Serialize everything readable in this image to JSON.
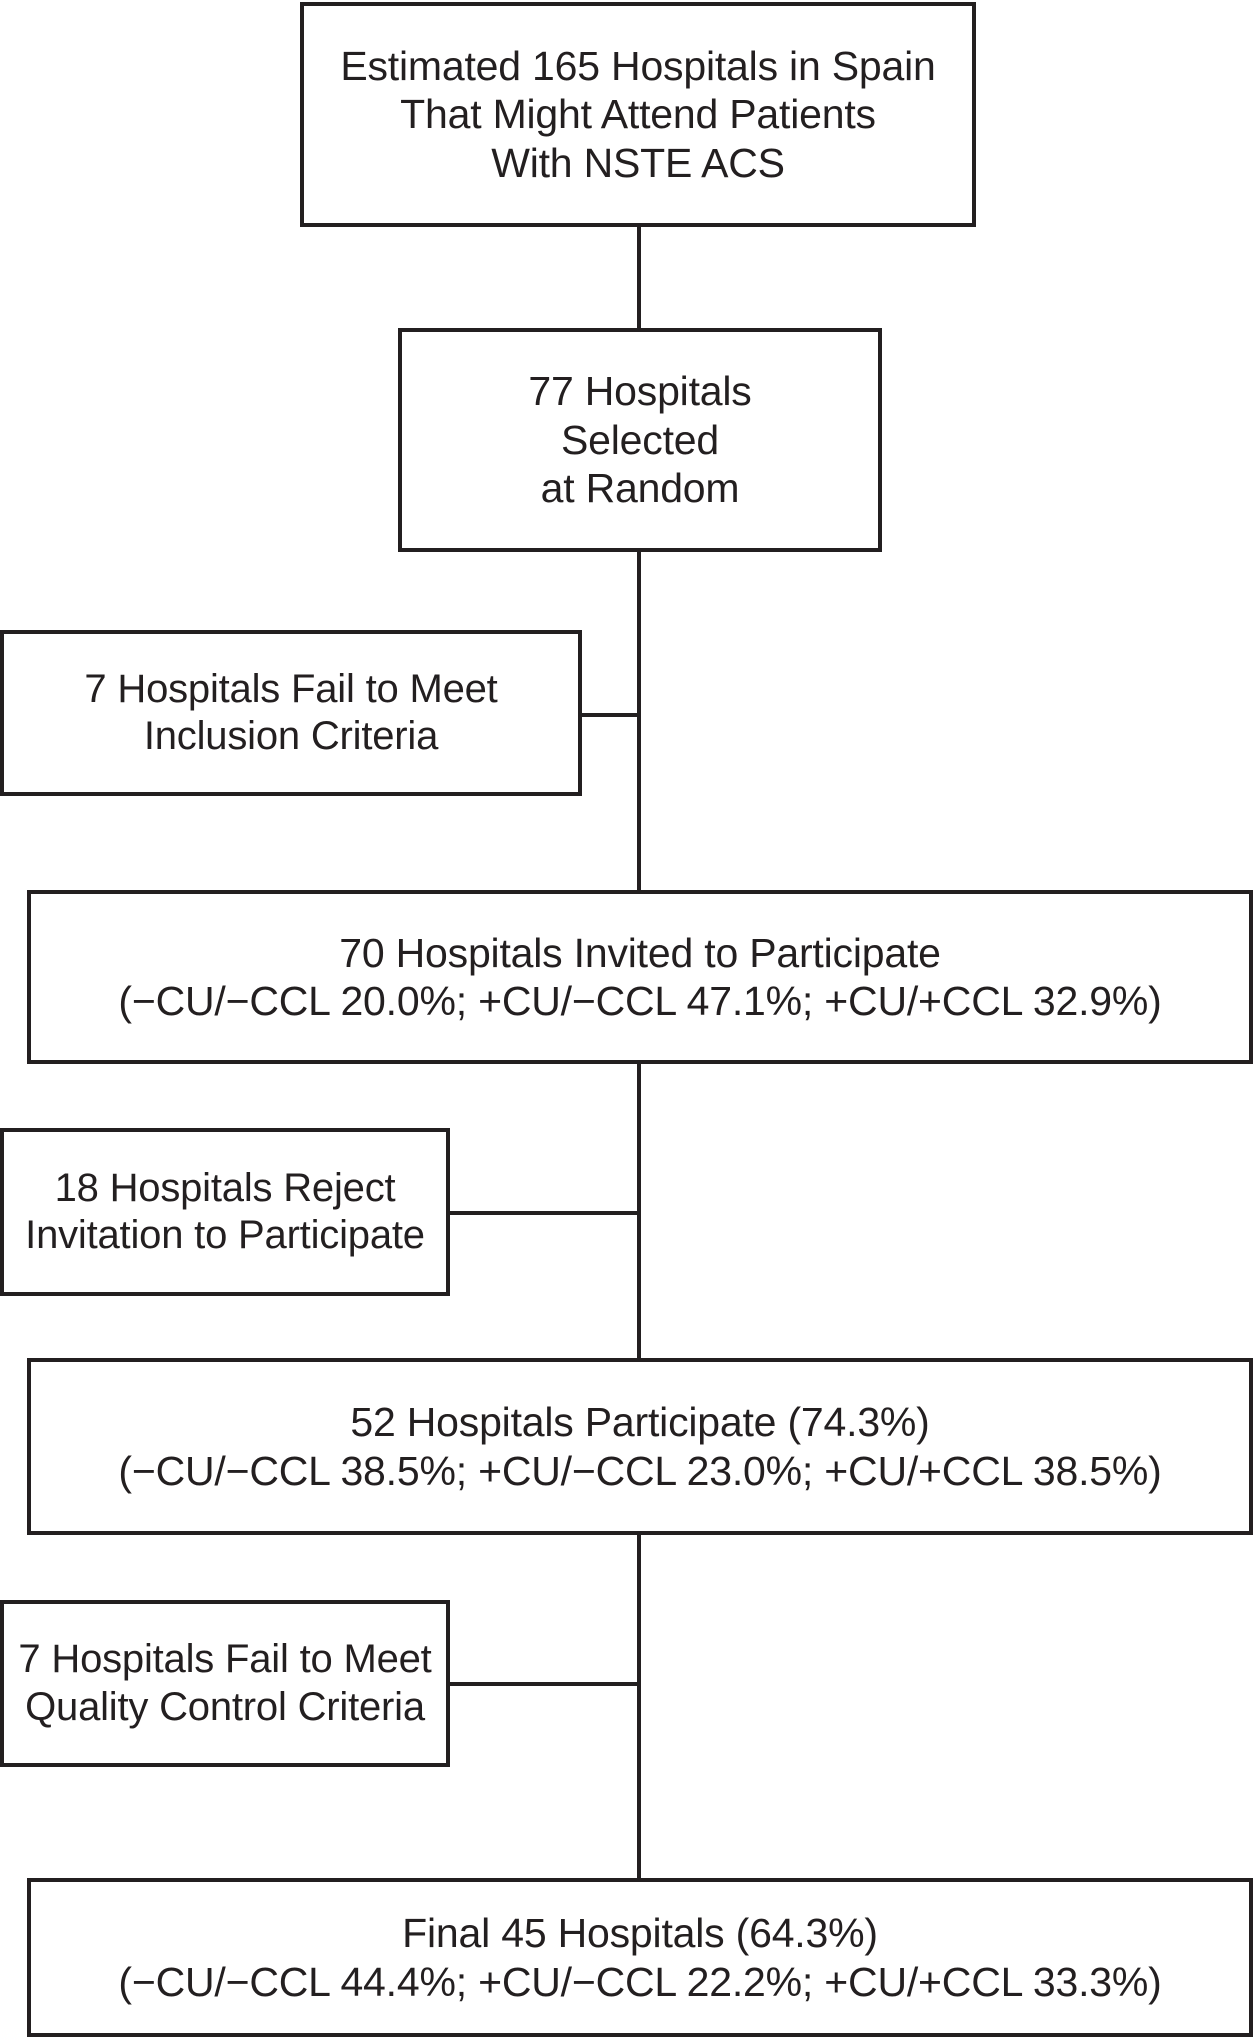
{
  "figure": {
    "kind": "flow-diagram",
    "subject": "Hospital selection and participation flow for NSTE ACS registry in Spain",
    "line_color": "#231f20",
    "background_color": "#ffffff"
  },
  "nodes": {
    "estimated_hospitals": {
      "id": "estimated-hospitals",
      "text": "Estimated 165 Hospitals in Spain\nThat Might Attend Patients\nWith NSTE ACS",
      "count": 165
    },
    "selected_random": {
      "id": "selected-at-random",
      "text": "77 Hospitals\nSelected\nat Random",
      "count": 77
    },
    "fail_inclusion": {
      "id": "fail-inclusion-criteria",
      "text": "7 Hospitals Fail to Meet\nInclusion Criteria",
      "count": 7
    },
    "invited": {
      "id": "invited-to-participate",
      "text": "70 Hospitals Invited to Participate\n(−CU/−CCL 20.0%; +CU/−CCL 47.1%; +CU/+CCL 32.9%)",
      "count": 70,
      "breakdown": {
        "minusCU_minusCCL": "20.0%",
        "plusCU_minusCCL": "47.1%",
        "plusCU_plusCCL": "32.9%"
      }
    },
    "reject_invitation": {
      "id": "reject-invitation",
      "text": "18 Hospitals Reject\nInvitation to Participate",
      "count": 18
    },
    "participate": {
      "id": "hospitals-participate",
      "text": "52 Hospitals Participate (74.3%)\n(−CU/−CCL 38.5%; +CU/−CCL 23.0%; +CU/+CCL 38.5%)",
      "count": 52,
      "percent": "74.3%",
      "breakdown": {
        "minusCU_minusCCL": "38.5%",
        "plusCU_minusCCL": "23.0%",
        "plusCU_plusCCL": "38.5%"
      }
    },
    "fail_quality": {
      "id": "fail-quality-control",
      "text": "7 Hospitals Fail to Meet\nQuality Control Criteria",
      "count": 7
    },
    "final": {
      "id": "final-hospitals",
      "text": "Final 45 Hospitals (64.3%)\n(−CU/−CCL 44.4%; +CU/−CCL 22.2%; +CU/+CCL 33.3%)",
      "count": 45,
      "percent": "64.3%",
      "breakdown": {
        "minusCU_minusCCL": "44.4%",
        "plusCU_minusCCL": "22.2%",
        "plusCU_plusCCL": "33.3%"
      }
    }
  }
}
